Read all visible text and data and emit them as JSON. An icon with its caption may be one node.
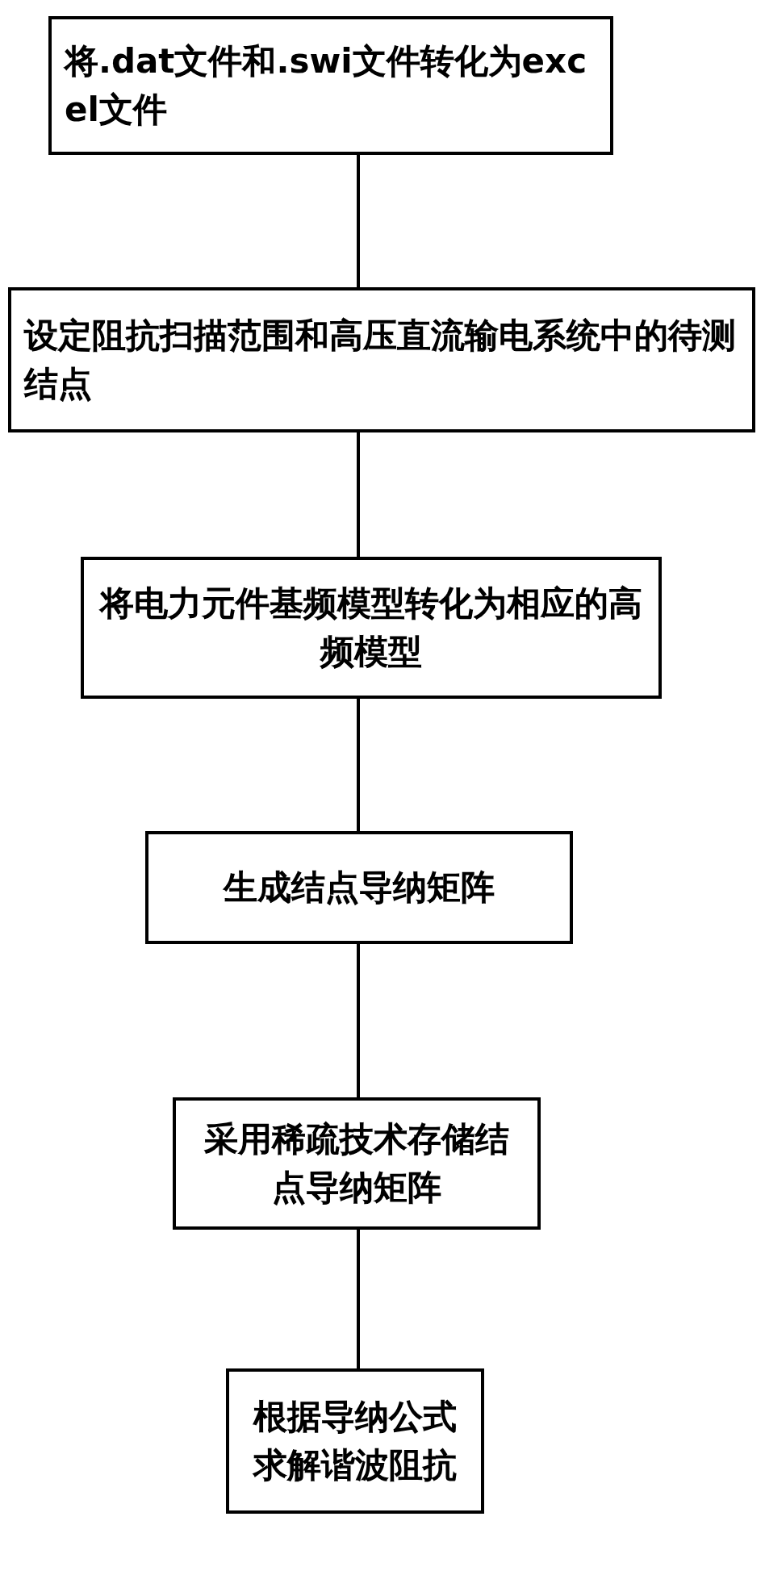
{
  "diagram": {
    "nodes": [
      {
        "text": [
          "将.dat文件和.swi文件转化为excel文件"
        ]
      },
      {
        "text": [
          "设定阻抗扫描范围和高压直流输电系统中的待测结点"
        ]
      },
      {
        "text": [
          "将电力元件基频模型转化为相应的高频模型"
        ]
      },
      {
        "text": [
          "生成结点导纳矩阵"
        ]
      },
      {
        "text": [
          "采用稀疏技术存储结点导纳矩阵"
        ]
      },
      {
        "text": [
          "根据导纳公式求解谐波阻抗"
        ]
      }
    ],
    "edges": [
      {
        "from": 0,
        "to": 1,
        "arrow": "none"
      },
      {
        "from": 1,
        "to": 2,
        "arrow": "none"
      },
      {
        "from": 2,
        "to": 3,
        "arrow": "none"
      },
      {
        "from": 3,
        "to": 4,
        "arrow": "none"
      },
      {
        "from": 4,
        "to": 5,
        "arrow": "none"
      }
    ]
  }
}
